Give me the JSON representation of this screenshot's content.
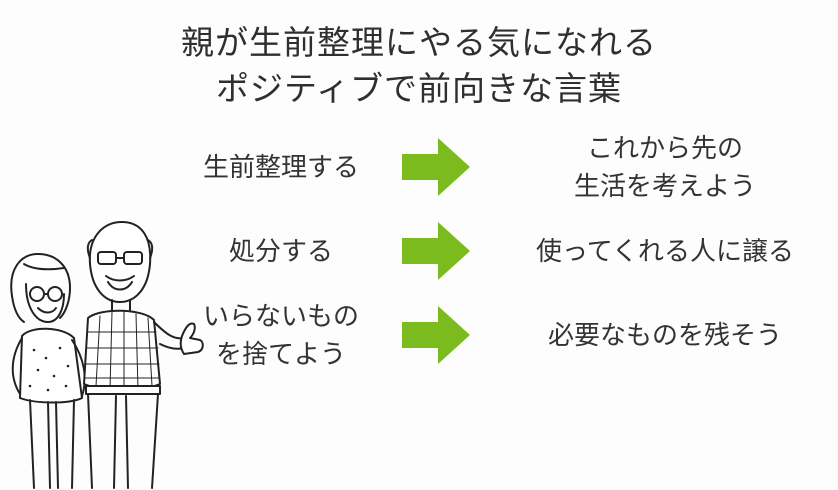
{
  "title": {
    "line1": "親が生前整理にやる気になれる",
    "line2": "ポジティブで前向きな言葉"
  },
  "rows": [
    {
      "before": [
        "生前整理する"
      ],
      "after": [
        "これから先の",
        "生活を考えよう"
      ]
    },
    {
      "before": [
        "処分する"
      ],
      "after": [
        "使ってくれる人に譲る"
      ]
    },
    {
      "before": [
        "いらないもの",
        "を捨てよう"
      ],
      "after": [
        "必要なものを残そう"
      ]
    }
  ],
  "colors": {
    "arrow": "#7cbb1e",
    "text": "#333333"
  },
  "icons": {
    "arrow": "right-arrow-icon",
    "illustration": "elderly-couple-illustration"
  }
}
